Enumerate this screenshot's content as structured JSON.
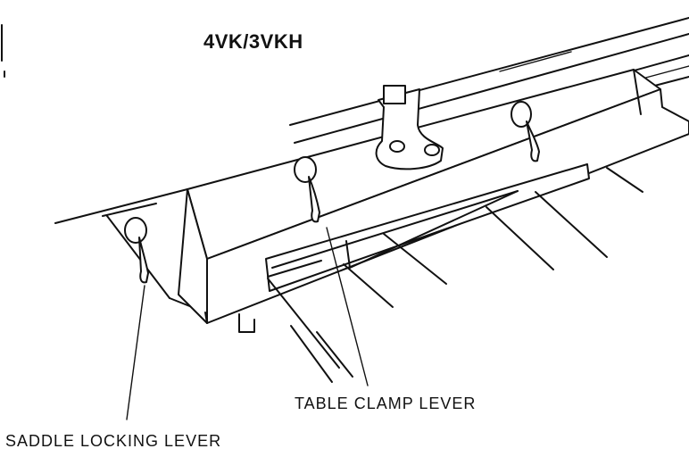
{
  "model_label": "4VK/3VKH",
  "callouts": {
    "table_clamp_lever": "TABLE CLAMP LEVER",
    "saddle_locking_lever": "SADDLE LOCKING LEVER"
  }
}
